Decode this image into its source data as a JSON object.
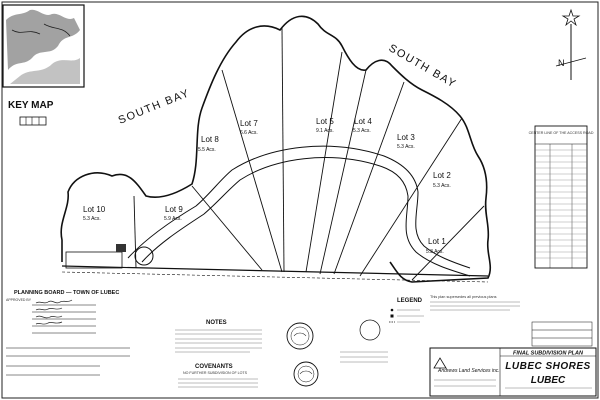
{
  "key_map": {
    "label": "KEY  MAP"
  },
  "bay_labels": [
    "SOUTH BAY",
    "SOUTH BAY"
  ],
  "lots": [
    {
      "name": "Lot 1",
      "area": "5.3 Acs."
    },
    {
      "name": "Lot 2",
      "area": "5.3 Acs."
    },
    {
      "name": "Lot 3",
      "area": "5.3 Acs."
    },
    {
      "name": "Lot 4",
      "area": "5.3 Acs."
    },
    {
      "name": "Lot 5",
      "area": "9.1 Acs."
    },
    {
      "name": "Lot 7",
      "area": "6.6 Acs."
    },
    {
      "name": "Lot 8",
      "area": "5.5 Acs."
    },
    {
      "name": "Lot 9",
      "area": "5.9 Acs."
    },
    {
      "name": "Lot 10",
      "area": "5.3 Acs."
    }
  ],
  "north_label": "N",
  "centerline_table": {
    "title": "CENTER LINE OF THE ACCESS ROAD"
  },
  "planning_board": {
    "title": "PLANNING BOARD  —  TOWN OF LUBEC",
    "approved_label": "APPROVED BY"
  },
  "notes": {
    "title": "NOTES"
  },
  "covenants": {
    "title": "COVENANTS",
    "text": "NO FURTHER SUBDIVISION OF LOTS"
  },
  "legend": {
    "title": "LEGEND"
  },
  "plan_note": "This plan supersedes all previous plans",
  "title_block": {
    "plan_type": "FINAL SUBDIVISION PLAN",
    "project": "LUBEC SHORES",
    "town": "LUBEC",
    "surveyor": "Andrews Land Services inc."
  }
}
